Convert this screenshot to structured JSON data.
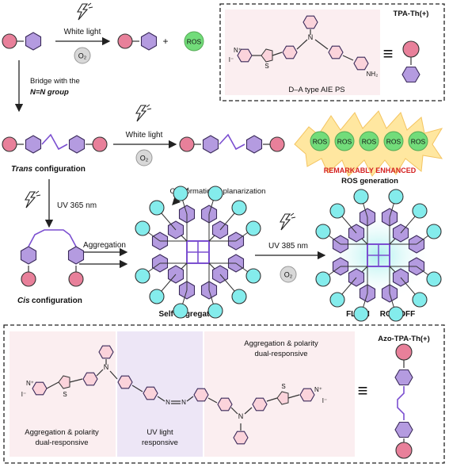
{
  "colors": {
    "pink_node": "#e8809a",
    "purple_hex": "#b49be0",
    "cyan_node": "#84ecec",
    "green_ros": "#72dc7a",
    "linker": "#7b4fd0",
    "panel_bg": "#fbeef0",
    "uv_band": "#ede6f6",
    "burst_fill": "#ffe7a0",
    "glow": "#bff0f0",
    "red_text": "#d42020"
  },
  "top_row": {
    "white_light": "White light",
    "o2": "O₂",
    "plus": "+",
    "ros": "ROS"
  },
  "legend_top": {
    "name": "TPA-Th(+)",
    "caption": "D–A type AIE PS",
    "equiv": "≡"
  },
  "bridge": {
    "line1": "Bridge with the",
    "line2": "N=N group"
  },
  "trans_row": {
    "label": "Trans",
    "label_suffix": " configuration",
    "white_light": "White light",
    "o2": "O₂",
    "plus": "+",
    "ros_items": [
      "ROS",
      "ROS",
      "ROS",
      "ROS",
      "ROS"
    ],
    "enhanced": "REMARKABLY ENHANCED",
    "generation": "ROS generation"
  },
  "uv_step": {
    "label": "UV 365 nm"
  },
  "cis": {
    "label": "Cis",
    "label_suffix": " configuration"
  },
  "aggregation": {
    "label": "Aggregation"
  },
  "self_aggregates": {
    "label": "Self-aggregates",
    "conformational": "Conformational planarization"
  },
  "uv385": {
    "label": "UV 385 nm",
    "o2": "O₂"
  },
  "result": {
    "fl_on": "FL ON",
    "ros_off": "ROS OFF"
  },
  "bottom_panel": {
    "left_caption_1": "Aggregation & polarity",
    "left_caption_2": "dual-responsive",
    "uv_caption_1": "UV light",
    "uv_caption_2": "responsive",
    "right_caption_1": "Aggregation & polarity",
    "right_caption_2": "dual-responsive",
    "name": "Azo-TPA-Th(+)",
    "equiv": "≡"
  },
  "chem_labels": {
    "n": "N",
    "s": "S",
    "n_plus": "N⁺",
    "iodide": "I⁻",
    "amine": "NH₂",
    "azo_n": "N",
    "methyl": "—"
  }
}
